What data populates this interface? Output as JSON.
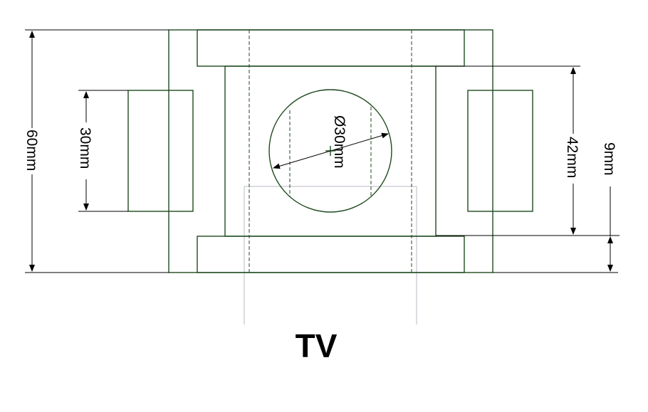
{
  "view_label": "TV",
  "dimensions": {
    "overall_height": "60mm",
    "side_block_height": "30mm",
    "bore_diameter": "Ø30mm",
    "inner_height": "42mm",
    "flange_thickness": "9mm"
  },
  "colors": {
    "outline": "#1f4a1f",
    "dimension": "#000000",
    "construction": "#b8b8c4"
  }
}
